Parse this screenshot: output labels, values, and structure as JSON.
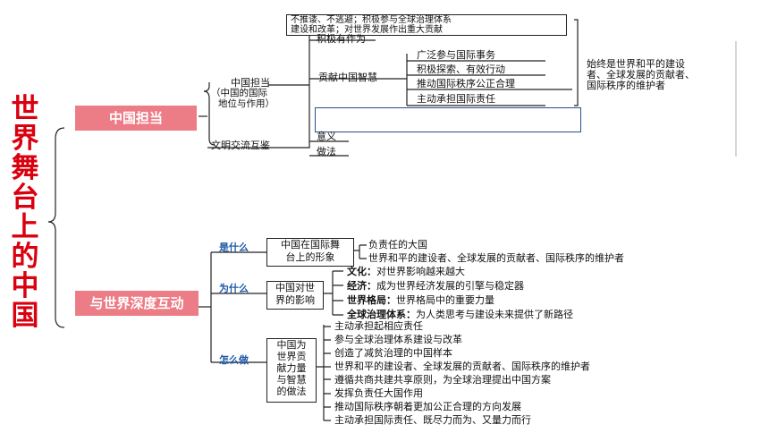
{
  "title_chars": [
    "世",
    "界",
    "舞",
    "台",
    "上",
    "的",
    "中",
    "国"
  ],
  "top": {
    "main_box": "中国担当",
    "node_dandang": "中国担当",
    "node_dandang_sub1": "（中国的国际",
    "node_dandang_sub2": "地位与作用）",
    "note_line1": "不推诿、不逃避；积极参与全球治理体系",
    "note_line2": "建设和改革；对世界发展作出重大贡献",
    "jiji_youwei": "积极有作为",
    "gongxian": "贡献中国智慧",
    "items": [
      "广泛参与国际事务",
      "积极探索、有效行动",
      "推动国际秩序公正合理",
      "主动承担国际责任"
    ],
    "summary_line1": "始终是世界和平的建设",
    "summary_line2": "者、全球发展的贡献者、",
    "summary_line3": "国际秩序的维护者",
    "wenming": "文明交流互鉴",
    "yiyi": "意义",
    "zuofa": "做法"
  },
  "bottom": {
    "main_box": "与世界深度互动",
    "what_label": "是什么",
    "why_label": "为什么",
    "how_label": "怎么做",
    "what_box_l1": "中国在国际舞",
    "what_box_l2": "台上的形象",
    "what_items": [
      "负责任的大国",
      "世界和平的建设者、全球发展的贡献者、国际秩序的维护者"
    ],
    "why_box_l1": "中国对世",
    "why_box_l2": "界的影响",
    "why_items": [
      {
        "k": "文化：",
        "v": "对世界影响越来越大"
      },
      {
        "k": "经济：",
        "v": "成为世界经济发展的引擎与稳定器"
      },
      {
        "k": "世界格局：",
        "v": "世界格局中的重要力量"
      },
      {
        "k": "全球治理体系：",
        "v": "为人类思考与建设未来提供了新路径"
      }
    ],
    "how_box_lines": [
      "中国为",
      "世界贡",
      "献力量",
      "与智慧",
      "的做法"
    ],
    "how_items": [
      "主动承担起相应责任",
      "参与全球治理体系建设与改革",
      "创造了减贫治理的中国样本",
      "世界和平的建设者、全球发展的贡献者、国际秩序的维护者",
      "遵循共商共建共享原则，为全球治理提出中国方案",
      "发挥负责任大国作用",
      "推动国际秩序朝着更加公正合理的方向发展",
      "主动承担国际责任、既尽力而为、又量力而行"
    ]
  }
}
